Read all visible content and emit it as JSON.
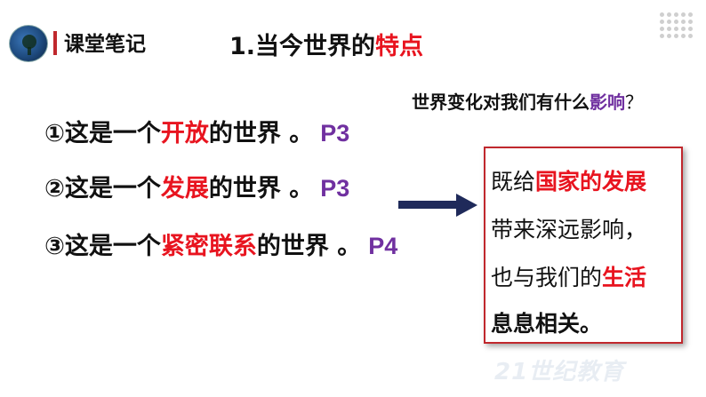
{
  "header": {
    "notes_label": "课堂笔记",
    "title_prefix": "1.当今世界的",
    "title_highlight": "特点"
  },
  "question": {
    "prefix": "世界变化对我们有什么",
    "highlight": "影响",
    "suffix": "？"
  },
  "items": [
    {
      "num": "①",
      "pre": "这是一个",
      "key": "开放",
      "post": "的世界 。",
      "page": "P3"
    },
    {
      "num": "②",
      "pre": "这是一个",
      "key": "发展",
      "post": "的世界 。",
      "page": "P3"
    },
    {
      "num": "③",
      "pre": "这是一个",
      "key": "紧密联系",
      "post": "的世界 。",
      "page": "P4"
    }
  ],
  "answer": {
    "line1_pre": "既给",
    "line1_key": "国家的发展",
    "line2": "带来深远影响，",
    "line3_pre": "也与我们的",
    "line3_key": "生活",
    "line4": "息息相关。"
  },
  "watermark": "21世纪教育",
  "colors": {
    "accent_red": "#e8141f",
    "page_ref_purple": "#7030a0",
    "arrow_navy": "#1f2a5a",
    "box_border": "#c0282d"
  }
}
